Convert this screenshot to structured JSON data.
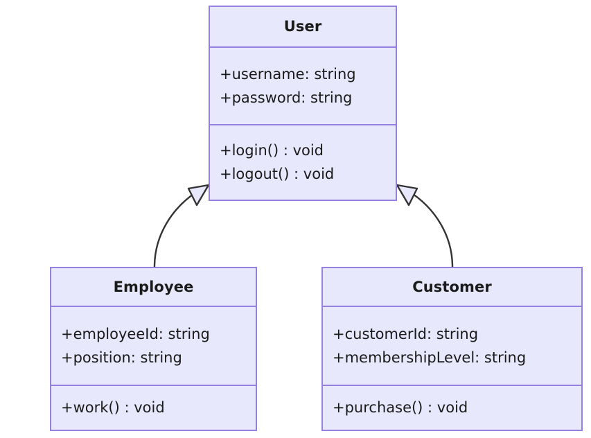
{
  "diagram": {
    "type": "uml-class-diagram",
    "background_color": "#ffffff",
    "class_fill_color": "#E8E8FC",
    "class_border_color": "#9580E0",
    "text_color": "#1a1a1a",
    "edge_color": "#333333"
  },
  "classes": {
    "user": {
      "name": "User",
      "attributes": [
        "+username: string",
        "+password: string"
      ],
      "operations": [
        "+login() : void",
        "+logout() : void"
      ]
    },
    "employee": {
      "name": "Employee",
      "attributes": [
        "+employeeId: string",
        "+position: string"
      ],
      "operations": [
        "+work() : void"
      ]
    },
    "customer": {
      "name": "Customer",
      "attributes": [
        "+customerId: string",
        "+membershipLevel: string"
      ],
      "operations": [
        "+purchase() : void"
      ]
    }
  },
  "relationships": [
    {
      "id": "employee-generalizes-user",
      "kind": "generalization",
      "from": "Employee",
      "to": "User",
      "arrowhead": "hollow-triangle"
    },
    {
      "id": "customer-generalizes-user",
      "kind": "generalization",
      "from": "Customer",
      "to": "User",
      "arrowhead": "hollow-triangle"
    }
  ]
}
